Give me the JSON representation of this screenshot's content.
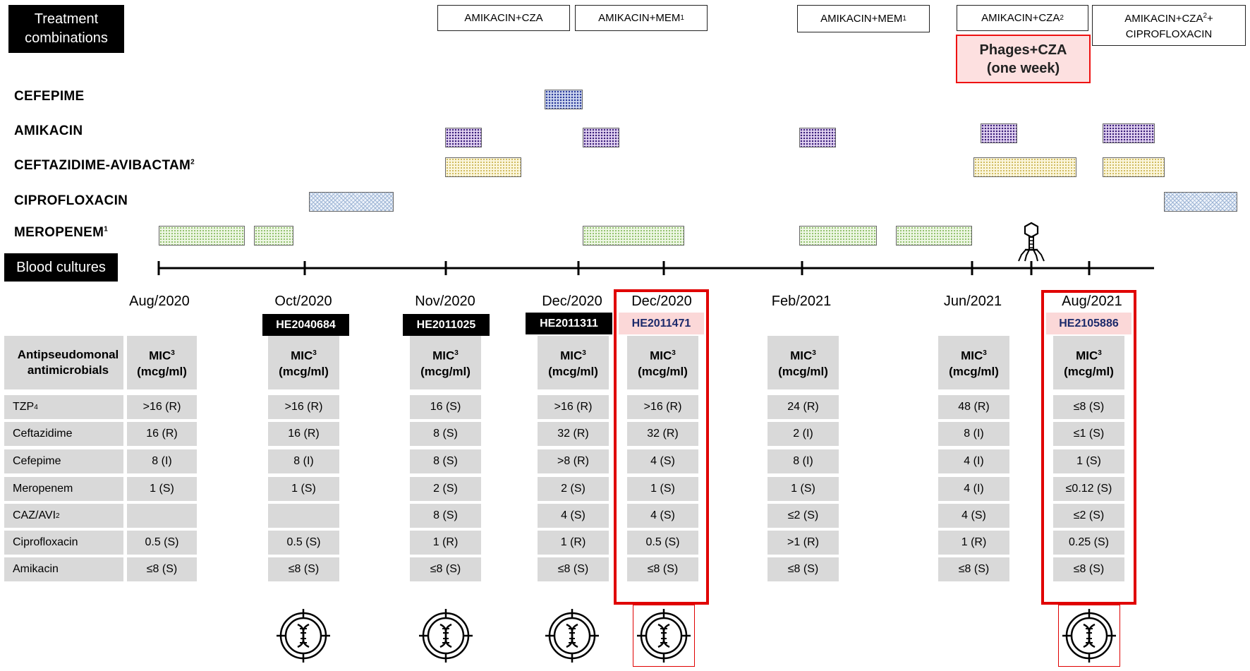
{
  "header": {
    "title_line1": "Treatment",
    "title_line2": "combinations"
  },
  "combinations": [
    {
      "label": "AMIKACIN+CZA"
    },
    {
      "label": "AMIKACIN+MEM",
      "sup": "1"
    },
    {
      "label": "AMIKACIN+MEM",
      "sup": "1"
    },
    {
      "label": "AMIKACIN+CZA",
      "sup": "2"
    },
    {
      "line1": "AMIKACIN+CZA",
      "sup": "2",
      "line1_tail": "+",
      "line2": "CIPROFLOXACIN"
    }
  ],
  "phage_box": {
    "line1": "Phages+CZA",
    "line2": "(one week)"
  },
  "drugs": [
    {
      "label": "CEFEPIME",
      "sup": ""
    },
    {
      "label": "AMIKACIN",
      "sup": ""
    },
    {
      "label": "CEFTAZIDIME-AVIBACTAM",
      "sup": "2"
    },
    {
      "label": "CIPROFLOXACIN",
      "sup": ""
    },
    {
      "label": "MEROPENEM",
      "sup": "1"
    }
  ],
  "blood_cultures_label": "Blood cultures",
  "table_header": {
    "row_label": "Antipseudomonal antimicrobials",
    "mic_line1": "MIC",
    "mic_sup": "3",
    "mic_line2": "(mcg/ml)"
  },
  "row_labels": [
    "TZP",
    "Ceftazidime",
    "Cefepime",
    "Meropenem",
    "CAZ/AVI",
    "Ciprofloxacin",
    "Amikacin"
  ],
  "row_label_sups": [
    "4",
    "",
    "",
    "",
    "2",
    "",
    ""
  ],
  "isolates": [
    {
      "date": "Aug/2020",
      "id": "",
      "values": [
        ">16 (R)",
        "16 (R)",
        "8 (I)",
        "1 (S)",
        "",
        "0.5 (S)",
        "≤8 (S)"
      ]
    },
    {
      "date": "Oct/2020",
      "id": "HE2040684",
      "values": [
        ">16 (R)",
        "16 (R)",
        "8 (I)",
        "1 (S)",
        "",
        "0.5 (S)",
        "≤8 (S)"
      ]
    },
    {
      "date": "Nov/2020",
      "id": "HE2011025",
      "values": [
        "16 (S)",
        "8 (S)",
        "8 (S)",
        "2 (S)",
        "8 (S)",
        "1 (R)",
        "≤8 (S)"
      ]
    },
    {
      "date": "Dec/2020",
      "id": "HE2011311",
      "values": [
        ">16 (R)",
        "32 (R)",
        ">8 (R)",
        "2 (S)",
        "4 (S)",
        "1 (R)",
        "≤8 (S)"
      ]
    },
    {
      "date": "Dec/2020",
      "id": "HE2011471",
      "values": [
        ">16 (R)",
        "32 (R)",
        "4 (S)",
        "1 (S)",
        "4 (S)",
        "0.5 (S)",
        "≤8 (S)"
      ]
    },
    {
      "date": "Feb/2021",
      "id": "",
      "values": [
        "24 (R)",
        "2 (I)",
        "8 (I)",
        "1 (S)",
        "≤2 (S)",
        ">1 (R)",
        "≤8 (S)"
      ]
    },
    {
      "date": "Jun/2021",
      "id": "",
      "values": [
        "48 (R)",
        "8 (I)",
        "4 (I)",
        "4 (I)",
        "4 (S)",
        "1 (R)",
        "≤8 (S)"
      ]
    },
    {
      "date": "Aug/2021",
      "id": "HE2105886",
      "values": [
        "≤8 (S)",
        "≤1 (S)",
        "1 (S)",
        "≤0.12 (S)",
        "≤2 (S)",
        "0.25 (S)",
        "≤8 (S)"
      ]
    }
  ],
  "colors": {
    "highlight_red": "#e00000",
    "cell_gray": "#d9d9d9",
    "pink_fill": "#fbd8d8"
  },
  "icons": [
    "dna-sequencing-icon",
    "bacteriophage-icon"
  ]
}
